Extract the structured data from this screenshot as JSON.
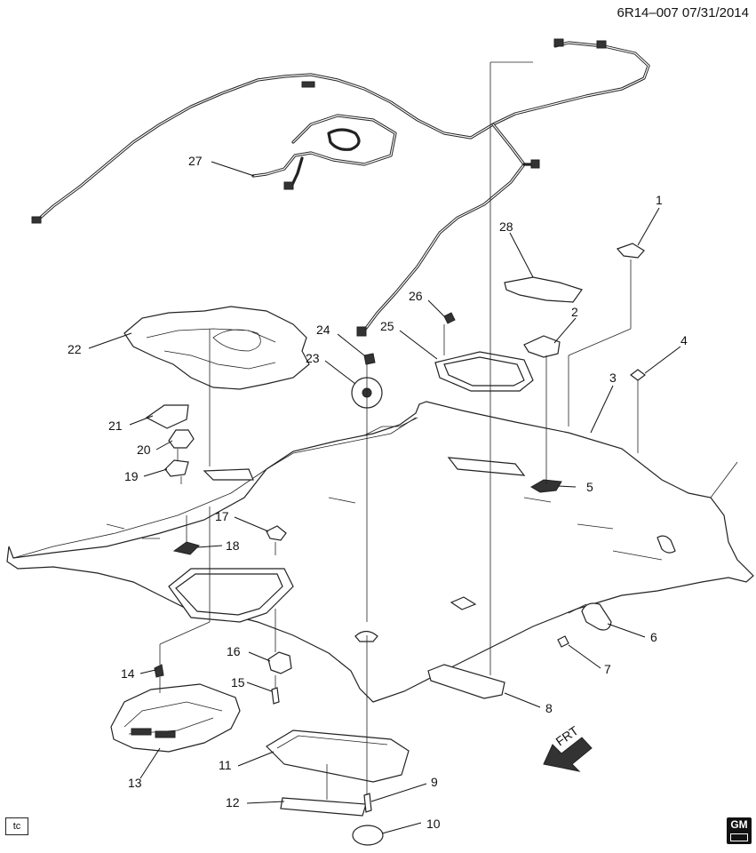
{
  "header": {
    "doc_id": "6R14–007  07/31/2014"
  },
  "footer": {
    "tc_label": "tc",
    "brand_logo": "GM",
    "arrow_label": "FRT"
  },
  "callouts": {
    "c1": "1",
    "c2": "2",
    "c3": "3",
    "c4": "4",
    "c5": "5",
    "c6": "6",
    "c7": "7",
    "c8": "8",
    "c9": "9",
    "c10": "10",
    "c11": "11",
    "c12": "12",
    "c13": "13",
    "c14": "14",
    "c15": "15",
    "c16": "16",
    "c17": "17",
    "c18": "18",
    "c19": "19",
    "c20": "20",
    "c21": "21",
    "c22": "22",
    "c23": "23",
    "c24": "24",
    "c25": "25",
    "c26": "26",
    "c27": "27",
    "c28": "28"
  }
}
